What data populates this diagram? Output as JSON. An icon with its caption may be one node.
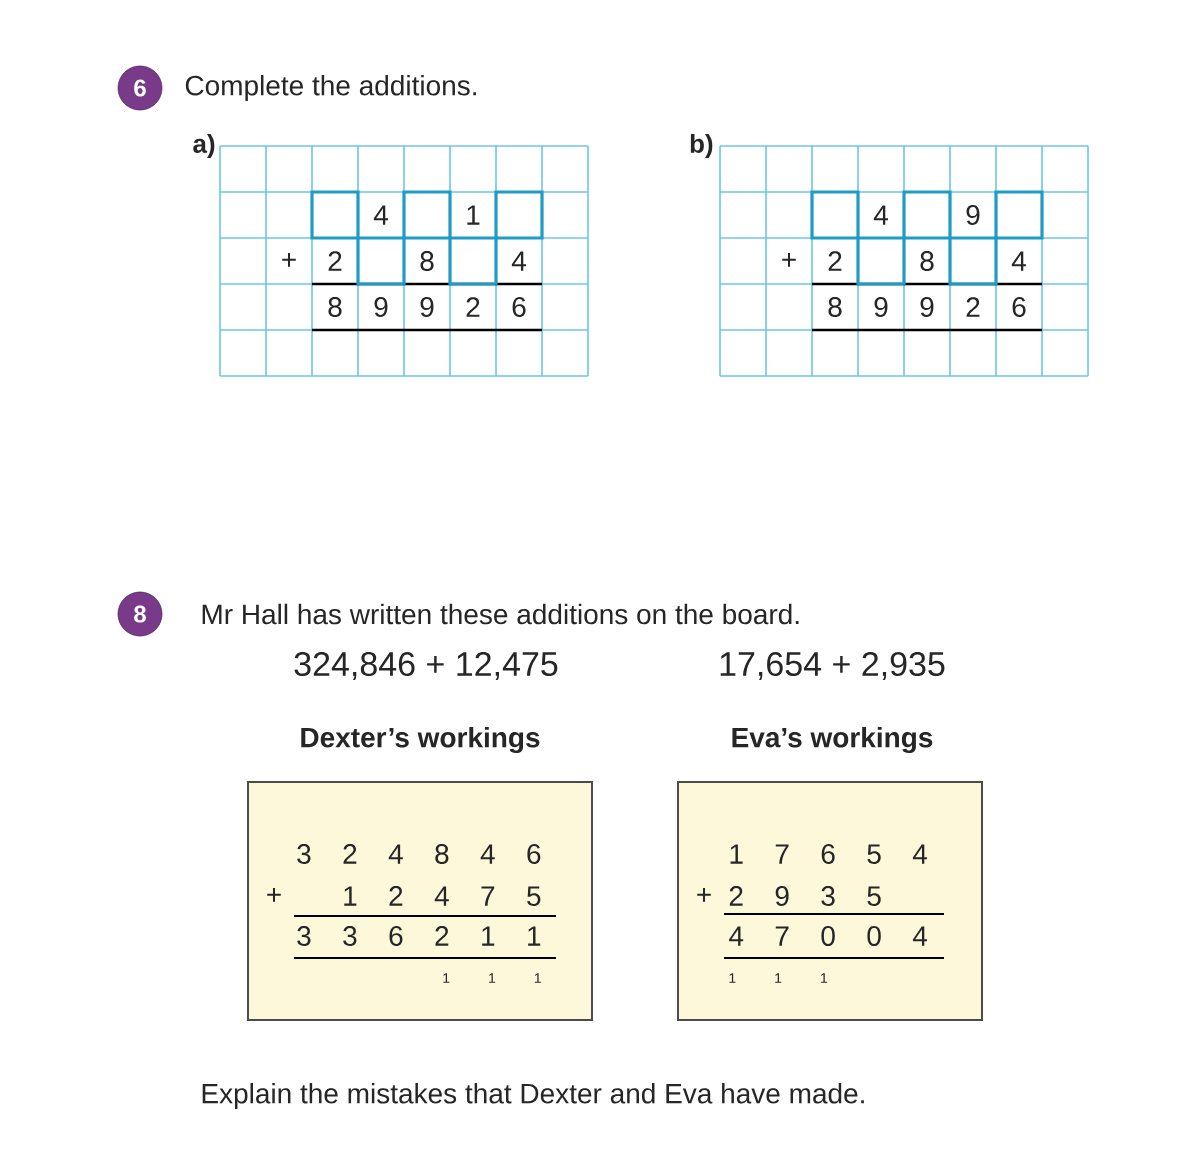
{
  "diagram": {
    "nodes": [
      {
        "text": [
          "6"
        ]
      },
      {
        "text": [],
        "shape": "box"
      },
      {
        "text": [],
        "shape": "box"
      },
      {
        "text": [],
        "shape": "box"
      },
      {
        "text": [],
        "shape": "box"
      },
      {
        "text": [],
        "shape": "box"
      },
      {
        "text": [],
        "shape": "box"
      },
      {
        "text": [],
        "shape": "box"
      },
      {
        "text": [],
        "shape": "box"
      },
      {
        "text": [],
        "shape": "box"
      },
      {
        "text": [],
        "shape": "box"
      },
      {
        "text": [
          "8"
        ]
      },
      {
        "text": [
          "3 2 4 8 4 6",
          "+",
          "1 2 4 7 5",
          "3 3 6 2 1 1",
          "1 1 1"
        ]
      },
      {
        "text": [
          "1 7 6 5 4",
          "+",
          "2 9 3 5",
          "4 7 0 0 4",
          "1 1 1"
        ]
      }
    ],
    "labels": [
      "Complete the additions.",
      "a)",
      "4",
      "1",
      "+",
      "2",
      "8",
      "4",
      "8",
      "9",
      "9",
      "2",
      "6",
      "b)",
      "4",
      "9",
      "+",
      "2",
      "8",
      "4",
      "8",
      "9",
      "9",
      "2",
      "6",
      "Mr Hall has written these additions on the board.",
      "324,846 + 12,475",
      "17,654 + 2,935",
      "Dexter’s workings",
      "Eva’s workings",
      "Explain the mistakes that Dexter and Eva have made."
    ]
  }
}
